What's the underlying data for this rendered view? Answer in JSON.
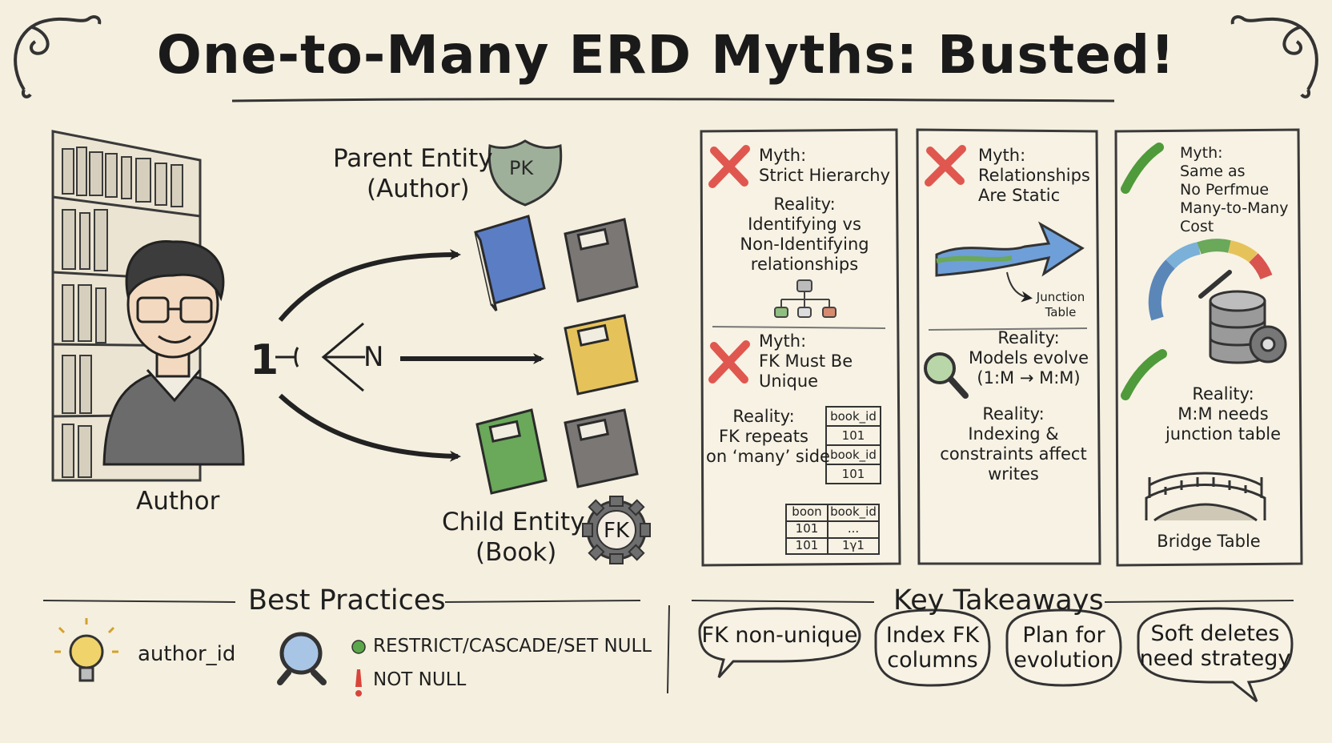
{
  "title": "One-to-Many ERD Myths: Busted!",
  "diagram": {
    "parent_label": "Parent Entity",
    "parent_sub": "(Author)",
    "pk_badge": "PK",
    "cardinality_one": "1",
    "cardinality_many": "N",
    "author_label": "Author",
    "child_label": "Child Entity",
    "child_sub": "(Book)",
    "fk_badge": "FK"
  },
  "cards": {
    "card1": {
      "myth1_heading": "Myth:",
      "myth1_text": "Strict Hierarchy",
      "reality1_heading": "Reality:",
      "reality1_lines": [
        "Identifying vs",
        "Non-Identifying",
        "relationships"
      ],
      "myth2_heading": "Myth:",
      "myth2_lines": [
        "FK Must Be",
        "Unique"
      ],
      "reality2_heading": "Reality:",
      "reality2_lines": [
        "FK repeats",
        "on ‘many’ side"
      ],
      "table1": [
        "book_id",
        "101",
        "book_id",
        "101"
      ],
      "table2_header": [
        "boon",
        "book_id"
      ],
      "table2_rows": [
        [
          "101",
          "..."
        ],
        [
          "101",
          "1γ1"
        ]
      ]
    },
    "card2": {
      "myth_heading": "Myth:",
      "myth_lines": [
        "Relationships",
        "Are Static"
      ],
      "junction_lines": [
        "Junction",
        "Table"
      ],
      "reality1_heading": "Reality:",
      "reality1_lines": [
        "Models evolve",
        "(1:M → M:M)"
      ],
      "reality2_heading": "Reality:",
      "reality2_lines": [
        "Indexing &",
        "constraints affect",
        "writes"
      ]
    },
    "card3": {
      "myth_heading": "Myth:",
      "myth_lines": [
        "Same as",
        "No Perfmue",
        "Many-to-Many",
        "Cost"
      ],
      "reality_heading": "Reality:",
      "reality_lines": [
        "M:M needs",
        "junction table"
      ],
      "bridge_label": "Bridge Table"
    }
  },
  "best_practices": {
    "heading": "Best Practices",
    "author_id": "author_id",
    "restrict": "RESTRICT/CASCADE/SET NULL",
    "not_null": "NOT NULL"
  },
  "key_takeaways": {
    "heading": "Key Takeaways",
    "bubbles": [
      [
        "FK non-unique"
      ],
      [
        "Index FK",
        "columns"
      ],
      [
        "Plan for",
        "evolution"
      ],
      [
        "Soft deletes",
        "need strategy"
      ]
    ]
  },
  "icons": [
    "bookshelf-icon",
    "author-avatar",
    "shield-icon",
    "book-icon",
    "gear-icon",
    "x-mark-icon",
    "check-mark-icon",
    "tree-icon",
    "arrow-icon",
    "magnifier-icon",
    "gauge-icon",
    "database-icon",
    "bridge-icon",
    "lightbulb-icon"
  ],
  "colors": {
    "background": "#f5efdf",
    "cross_red": "#e0574f",
    "check_green": "#4f9a3a",
    "book_blue": "#5b7dc4",
    "book_yellow": "#e6c35a",
    "book_green": "#6aa85a",
    "book_gray": "#7a7775",
    "status_green": "#5aa84a",
    "status_red": "#d9443a"
  }
}
